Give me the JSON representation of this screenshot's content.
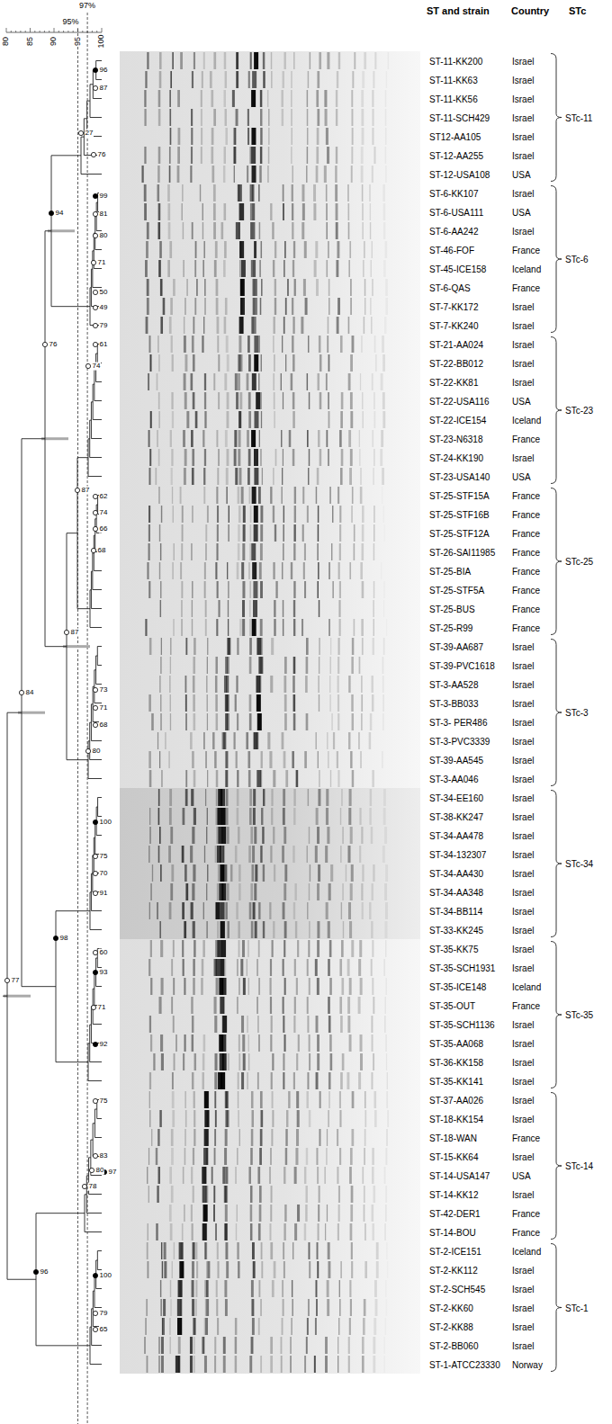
{
  "diagram": {
    "labels": [
      "ST and strain",
      "Country",
      "STc",
      "80",
      "85",
      "90",
      "95",
      "100",
      "97%",
      "95%",
      "ST-11-KK200",
      "Israel",
      "ST-11-KK63",
      "Israel",
      "ST-11-KK56",
      "Israel",
      "ST-11-SCH429",
      "Israel",
      "ST12-AA105",
      "Israel",
      "ST-12-AA255",
      "Israel",
      "ST-12-USA108",
      "USA",
      "ST-6-KK107",
      "Israel",
      "ST-6-USA111",
      "USA",
      "ST-6-AA242",
      "Israel",
      "ST-46-FOF",
      "France",
      "ST-45-ICE158",
      "Iceland",
      "ST-6-QAS",
      "France",
      "ST-7-KK172",
      "Israel",
      "ST-7-KK240",
      "Israel",
      "ST-21-AA024",
      "Israel",
      "ST-22-BB012",
      "Israel",
      "ST-22-KK81",
      "Israel",
      "ST-22-USA116",
      "USA",
      "ST-22-ICE154",
      "Iceland",
      "ST-23-N6318",
      "France",
      "ST-24-KK190",
      "Israel",
      "ST-23-USA140",
      "USA",
      "ST-25-STF15A",
      "France",
      "ST-25-STF16B",
      "France",
      "ST-25-STF12A",
      "France",
      "ST-26-SAI11985",
      "France",
      "ST-25-BIA",
      "France",
      "ST-25-STF5A",
      "France",
      "ST-25-BUS",
      "France",
      "ST-25-R99",
      "France",
      "ST-39-AA687",
      "Israel",
      "ST-39-PVC1618",
      "Israel",
      "ST-3-AA528",
      "Israel",
      "ST-3-BB033",
      "Israel",
      "ST-3- PER486",
      "Israel",
      "ST-3-PVC3339",
      "Israel",
      "ST-39-AA545",
      "Israel",
      "ST-3-AA046",
      "Israel",
      "ST-34-EE160",
      "Israel",
      "ST-38-KK247",
      "Israel",
      "ST-34-AA478",
      "Israel",
      "ST-34-132307",
      "Israel",
      "ST-34-AA430",
      "Israel",
      "ST-34-AA348",
      "Israel",
      "ST-34-BB114",
      "Israel",
      "ST-33-KK245",
      "Israel",
      "ST-35-KK75",
      "Israel",
      "ST-35-SCH1931",
      "Israel",
      "ST-35-ICE148",
      "Iceland",
      "ST-35-OUT",
      "France",
      "ST-35-SCH1136",
      "Israel",
      "ST-35-AA068",
      "Israel",
      "ST-36-KK158",
      "Israel",
      "ST-35-KK141",
      "Israel",
      "ST-37-AA026",
      "Israel",
      "ST-18-KK154",
      "Israel",
      "ST-18-WAN",
      "France",
      "ST-15-KK64",
      "Israel",
      "ST-14-USA147",
      "USA",
      "ST-14-KK12",
      "Israel",
      "ST-42-DER1",
      "France",
      "ST-14-BOU",
      "France",
      "ST-2-ICE151",
      "Iceland",
      "ST-2-KK112",
      "Israel",
      "ST-2-SCH545",
      "Israel",
      "ST-2-KK60",
      "Israel",
      "ST-2-KK88",
      "Israel",
      "ST-2-BB060",
      "Israel",
      "ST-1-ATCC23330",
      "Norway",
      "STc-11",
      "STc-6",
      "STc-23",
      "STc-25",
      "STc-3",
      "STc-34",
      "STc-35",
      "STc-14",
      "STc-1",
      "96",
      "87",
      "27",
      "76",
      "99",
      "94",
      "81",
      "80",
      "71",
      "50",
      "49",
      "79",
      "61",
      "76",
      "74",
      "87",
      "62",
      "74",
      "66",
      "68",
      "87",
      "73",
      "84",
      "71",
      "68",
      "80",
      "100",
      "75",
      "70",
      "91",
      "98",
      "60",
      "93",
      "77",
      "71",
      "92",
      "75",
      "83",
      "80",
      "97",
      "78",
      "96",
      "100",
      "79",
      "65"
    ]
  }
}
